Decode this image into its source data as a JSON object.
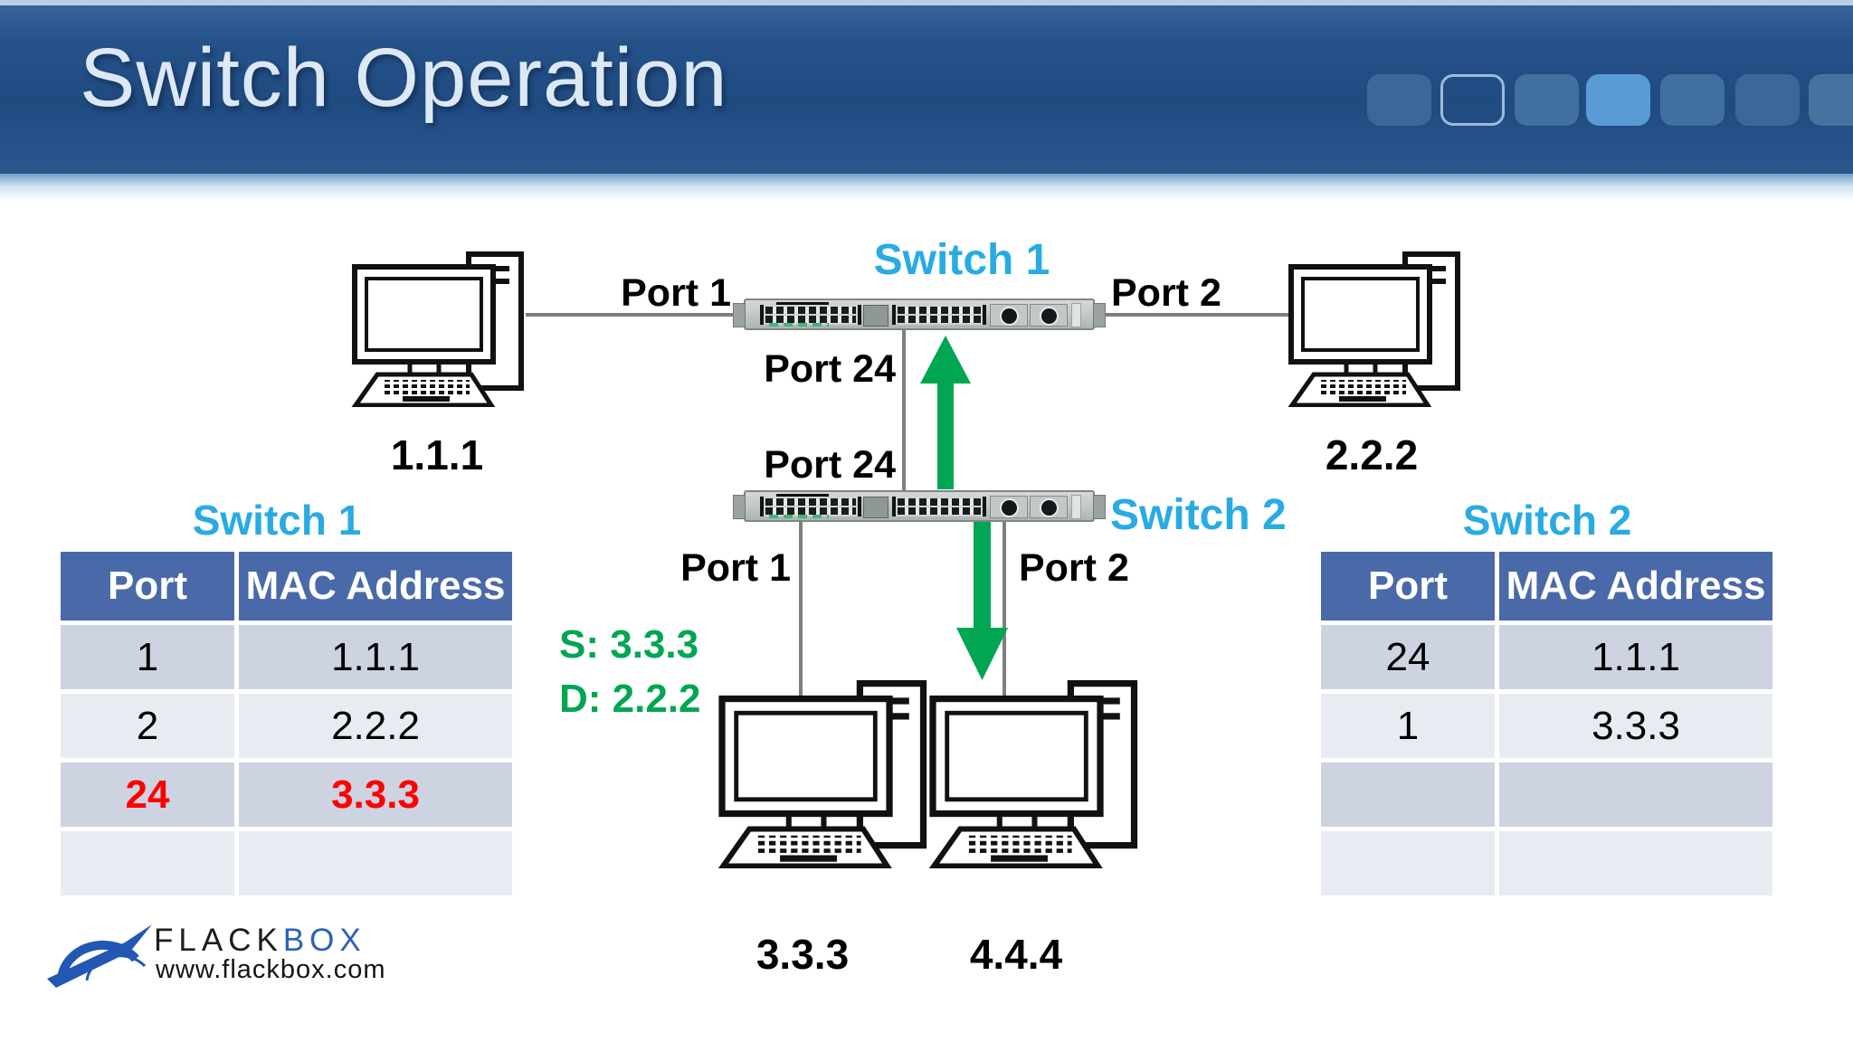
{
  "header": {
    "title": "Switch Operation"
  },
  "diagram": {
    "switch1_label": "Switch 1",
    "switch2_label": "Switch 2",
    "port_labels": {
      "sw1_port1": "Port 1",
      "sw1_port2": "Port 2",
      "sw1_port24": "Port 24",
      "sw2_port24": "Port 24",
      "sw2_port1": "Port 1",
      "sw2_port2": "Port 2"
    },
    "hosts": {
      "pc1": "1.1.1",
      "pc2": "2.2.2",
      "pc3": "3.3.3",
      "pc4": "4.4.4"
    },
    "frame_labels": {
      "source": "S: 3.3.3",
      "destination": "D: 2.2.2"
    }
  },
  "tables": {
    "switch1": {
      "title": "Switch 1",
      "headers": [
        "Port",
        "MAC Address"
      ],
      "rows": [
        {
          "port": "1",
          "mac": "1.1.1"
        },
        {
          "port": "2",
          "mac": "2.2.2"
        },
        {
          "port": "24",
          "mac": "3.3.3"
        },
        {
          "port": "",
          "mac": ""
        }
      ],
      "highlight_row_index": 2
    },
    "switch2": {
      "title": "Switch 2",
      "headers": [
        "Port",
        "MAC Address"
      ],
      "rows": [
        {
          "port": "24",
          "mac": "1.1.1"
        },
        {
          "port": "1",
          "mac": "3.3.3"
        },
        {
          "port": "",
          "mac": ""
        },
        {
          "port": "",
          "mac": ""
        }
      ]
    }
  },
  "footer": {
    "brand_flack": "FLACK",
    "brand_box": "BOX",
    "website": "www.flackbox.com"
  },
  "colors": {
    "accent_cyan": "#29abe2",
    "arrow_green": "#00a651",
    "highlight_red": "#ff0000",
    "table_header_blue": "#4a69a8",
    "row_dark": "#ced3e2",
    "row_light": "#e9ebf2",
    "banner_blue": "#24528a",
    "decor_square_bright": "#5b9bd5",
    "line_gray": "#7f7f7f"
  }
}
